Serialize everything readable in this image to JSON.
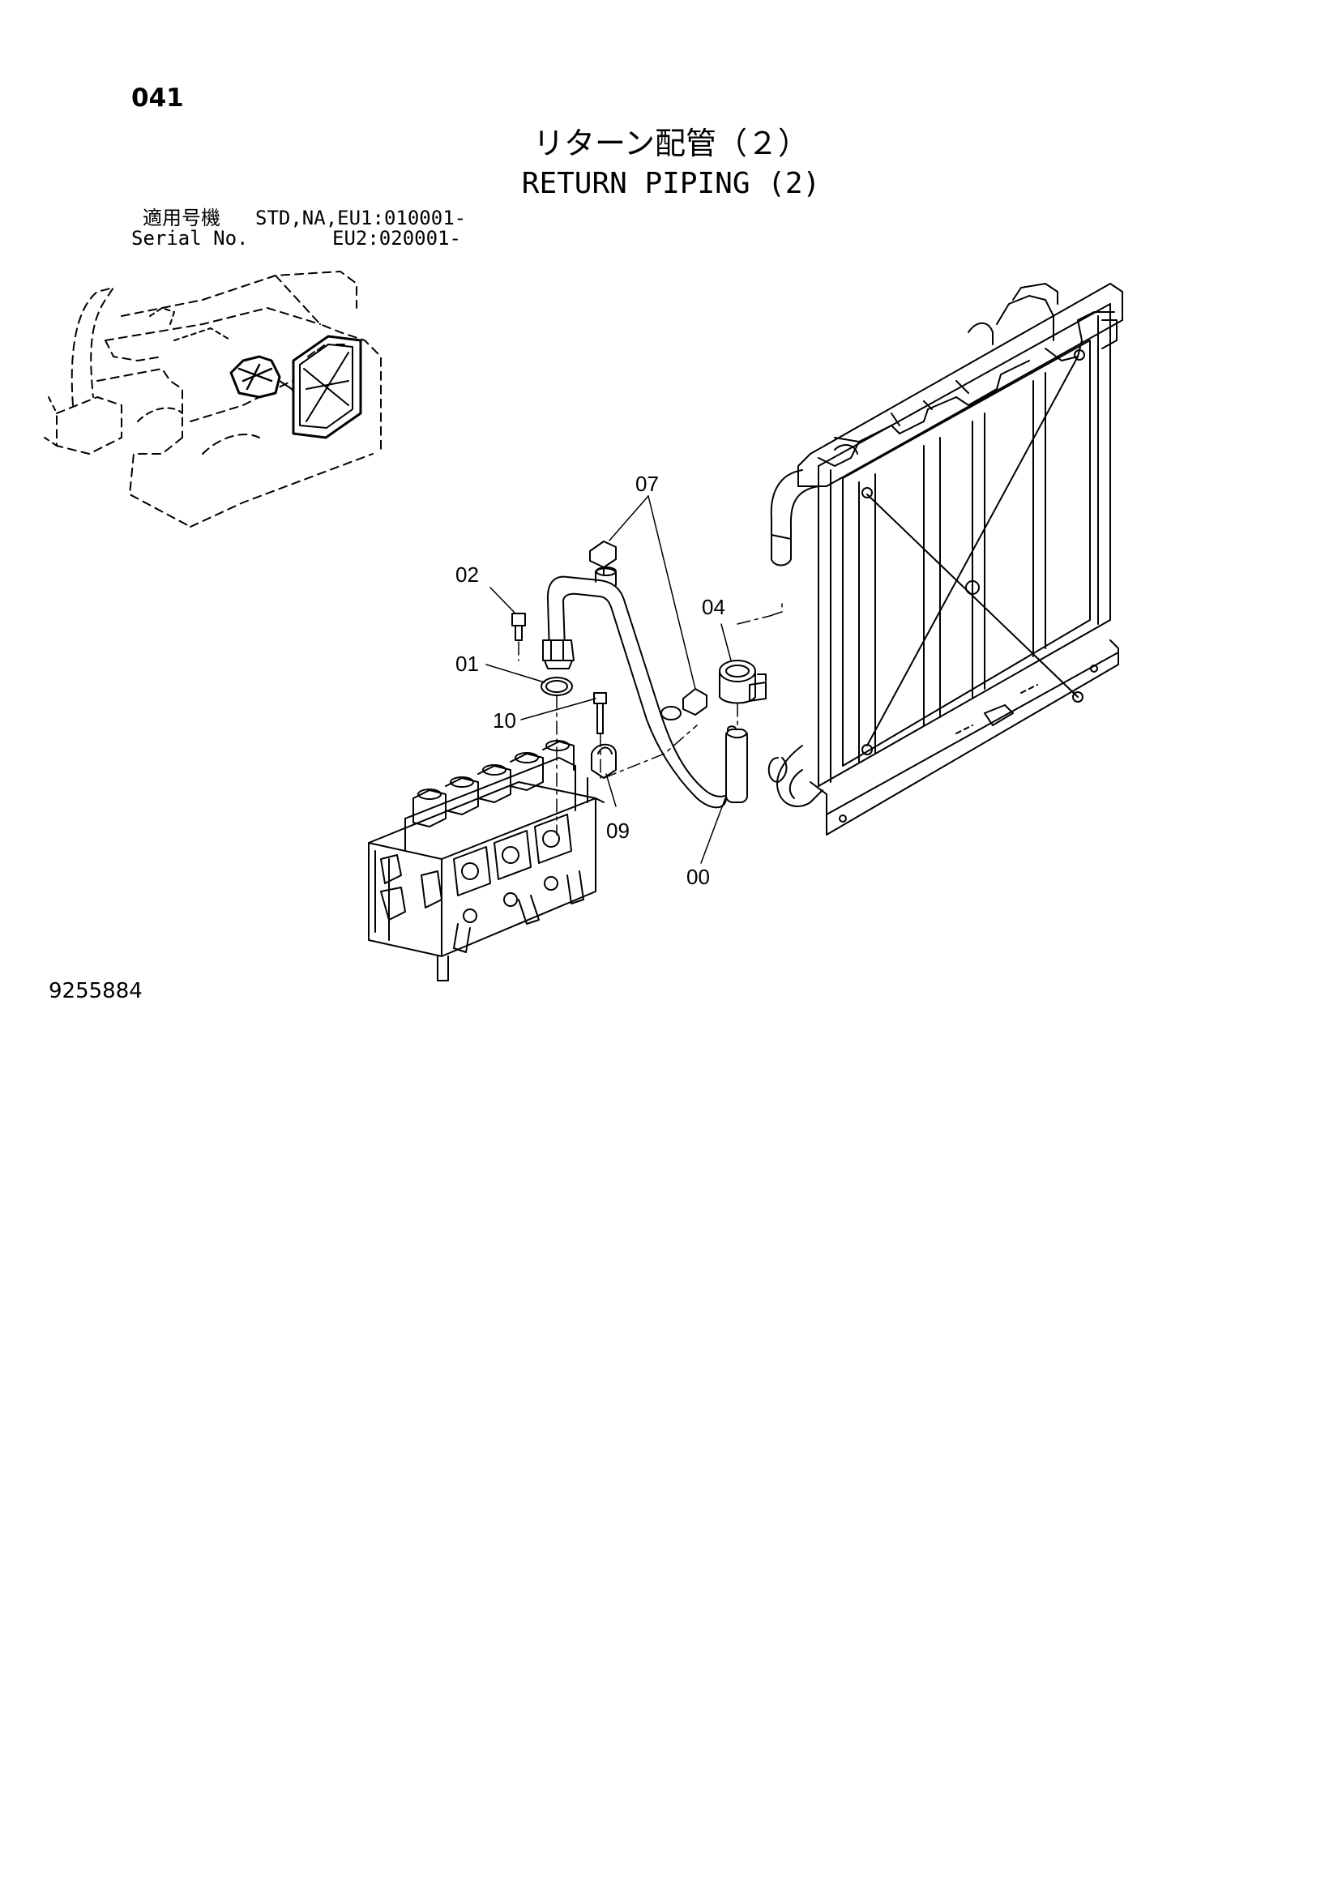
{
  "page": {
    "number": "041",
    "title_jp": "リターン配管（２）",
    "title_en": "RETURN PIPING (2)",
    "serial": {
      "label_jp": "適用号機",
      "label_en": "Serial No.",
      "line1": "STD,NA,EU1:010001-",
      "line2": "EU2:020001-"
    },
    "drawing_number": "9255884"
  },
  "callouts": [
    "07",
    "02",
    "04",
    "01",
    "10",
    "09",
    "00"
  ]
}
